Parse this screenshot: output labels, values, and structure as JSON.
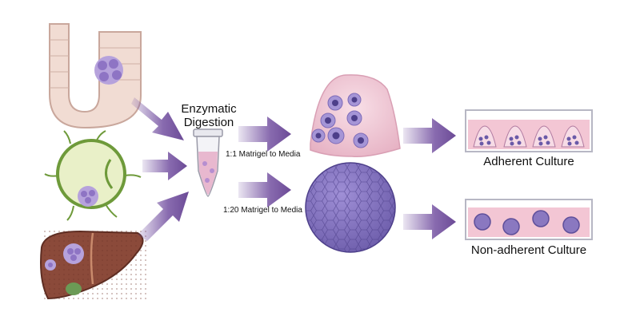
{
  "step": {
    "line1": "Enzymatic",
    "line2": "Digestion"
  },
  "ratios": {
    "adherent": "1:1 Matrigel to Media",
    "nonadherent": "1:20 Matrigel to Media"
  },
  "cultures": {
    "adherent": "Adherent Culture",
    "nonadherent": "Non-adherent Culture"
  },
  "colors": {
    "arrow": "#7b5aa6",
    "tumor": "#8e74c4",
    "dome": "#f0c9d6",
    "media": "#f3c6d4",
    "organoid": "#8a78c0",
    "liver": "#8b4a3a",
    "kidney_fill": "#e9f0c8",
    "kidney_rim": "#6e9a3a",
    "intestine": "#f1dcd3"
  }
}
